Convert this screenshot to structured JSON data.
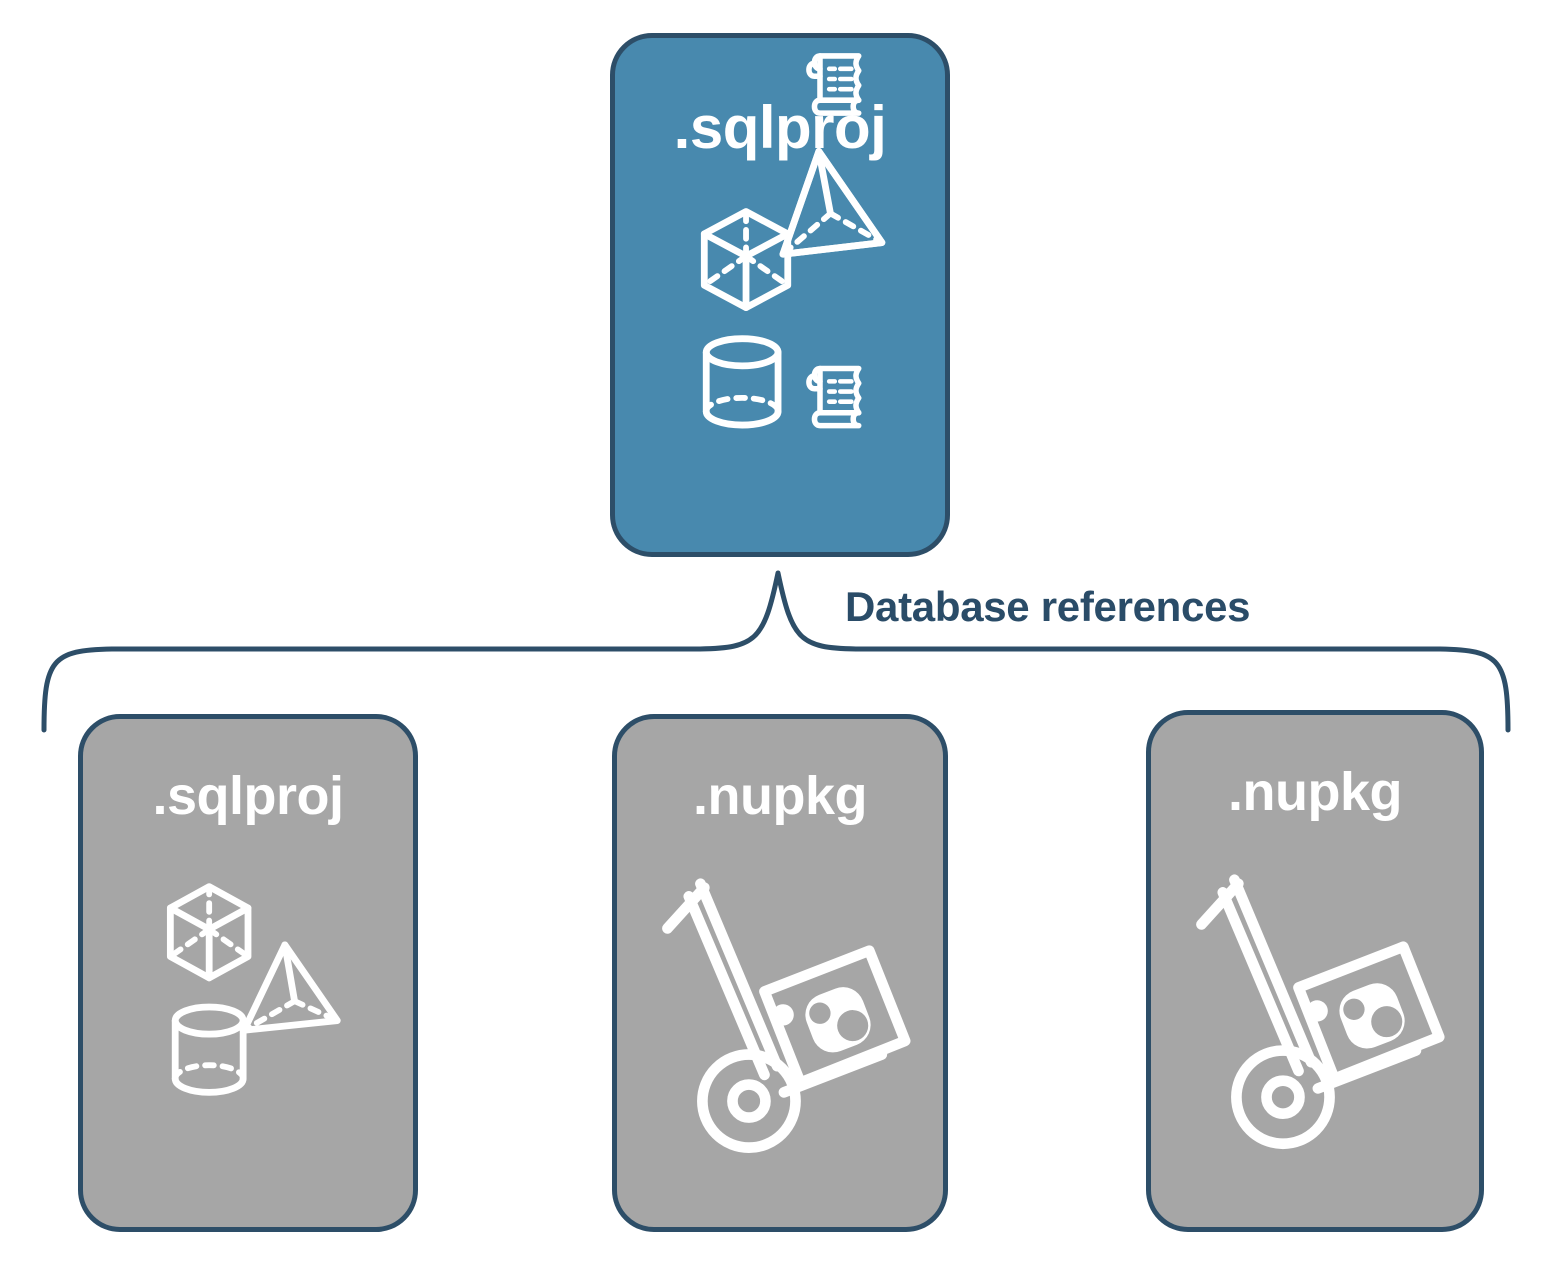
{
  "diagram": {
    "type": "hierarchy",
    "title": "",
    "connector_label": "Database references",
    "colors": {
      "project_fill": "#4889ae",
      "reference_fill": "#a6a6a6",
      "outline": "#2d4e68",
      "label_text": "#2a4c68",
      "icon": "#ffffff",
      "background": "#ffffff"
    }
  },
  "root": {
    "label": ".sqlproj",
    "kind": "project",
    "fill": "#4889ae",
    "icons": [
      "cube-icon",
      "pyramid-icon",
      "cylinder-icon",
      "scroll-icon",
      "scroll-icon"
    ]
  },
  "connector": {
    "label": "Database references",
    "style": "curly-brace"
  },
  "children": [
    {
      "label": ".sqlproj",
      "kind": "reference",
      "fill": "#a6a6a6",
      "icons": [
        "cube-icon",
        "pyramid-icon",
        "cylinder-icon"
      ]
    },
    {
      "label": ".nupkg",
      "kind": "reference",
      "fill": "#a6a6a6",
      "icons": [
        "hand-truck-icon",
        "nuget-package-icon"
      ]
    },
    {
      "label": ".nupkg",
      "kind": "reference",
      "fill": "#a6a6a6",
      "icons": [
        "hand-truck-icon",
        "nuget-package-icon"
      ]
    }
  ]
}
